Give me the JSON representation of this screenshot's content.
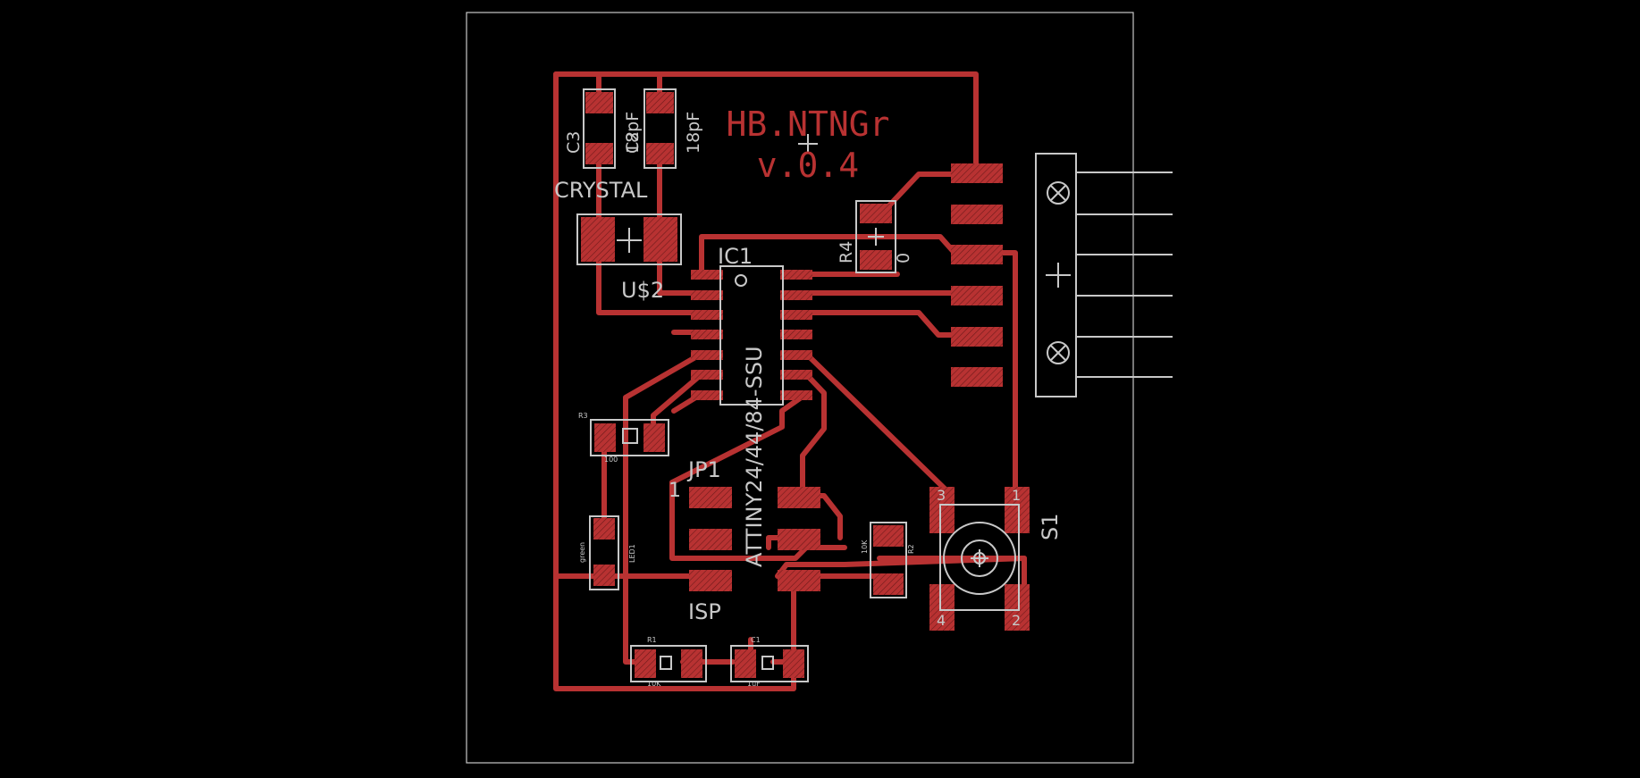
{
  "board": {
    "title_line1": "HB.NTNGr",
    "title_line2": "v.0.4",
    "colors": {
      "background": "#000000",
      "copper": "#b83232",
      "silkscreen": "#c8c8c8",
      "outline": "#c8c8c8"
    }
  },
  "labels": {
    "c3": "C3",
    "c3_value": "18pF",
    "c2": "C2",
    "c2_value": "18pF",
    "crystal": "CRYSTAL",
    "u2": "U$2",
    "ic1": "IC1",
    "ic1_value": "ATTINY24/44/84-SSU",
    "r4": "R4",
    "r4_value": "0",
    "r3": "R3",
    "r3_value": "100",
    "jp1": "JP1",
    "jp1_pin": "1",
    "led1": "LED1",
    "led1_color": "green",
    "isp": "ISP",
    "s1": "S1",
    "s1_pin1": "1",
    "s1_pin2": "2",
    "s1_pin3": "3",
    "s1_pin4": "4",
    "r2": "R2",
    "r2_value": "10K",
    "r1": "R1",
    "r1_value": "10K",
    "c1": "C1",
    "c1_value": "1uF"
  }
}
